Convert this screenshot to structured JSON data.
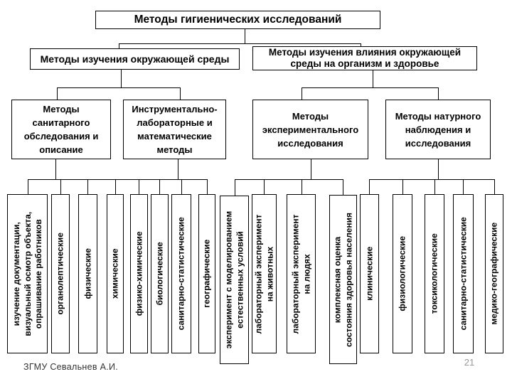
{
  "slide": {
    "title": "Методы гигиенических исследований",
    "footer": "ЗГМУ  Севальнев А.И.",
    "page_number": "21"
  },
  "level2": {
    "left": "Методы изучения окружающей среды",
    "right": "Методы изучения влияния окружающей\nсреды на организм и здоровье"
  },
  "level3": {
    "sanitary": "Методы\nсанитарного\nобследования и\nописание",
    "instrumental": "Инструментально-\nлабораторные и\nматематические\nметоды",
    "experimental": "Методы\nэкспериментального\nисследования",
    "natural": "Методы натурного\nнаблюдения и\nисследования"
  },
  "leaves": [
    "изучение документации,\nвизуальный осмотр объекта,\nопрашивание работников",
    "органолептические",
    "физические",
    "химические",
    "физико-химические",
    "биологические",
    "санитарно-статистические",
    "географические",
    "эксперимент с моделированием\nестественных условий",
    "лабораторный эксперимент\nна животных",
    "лабораторный эксперимент\nна людях",
    "комплексная оценка\nсостояния здоровья населения",
    "клинические",
    "физиологические",
    "токсикологические",
    "санитарно-статистические",
    "медико-географические"
  ],
  "colors": {
    "box_border": "#000000",
    "background": "#ffffff",
    "page_number": "#999999"
  }
}
